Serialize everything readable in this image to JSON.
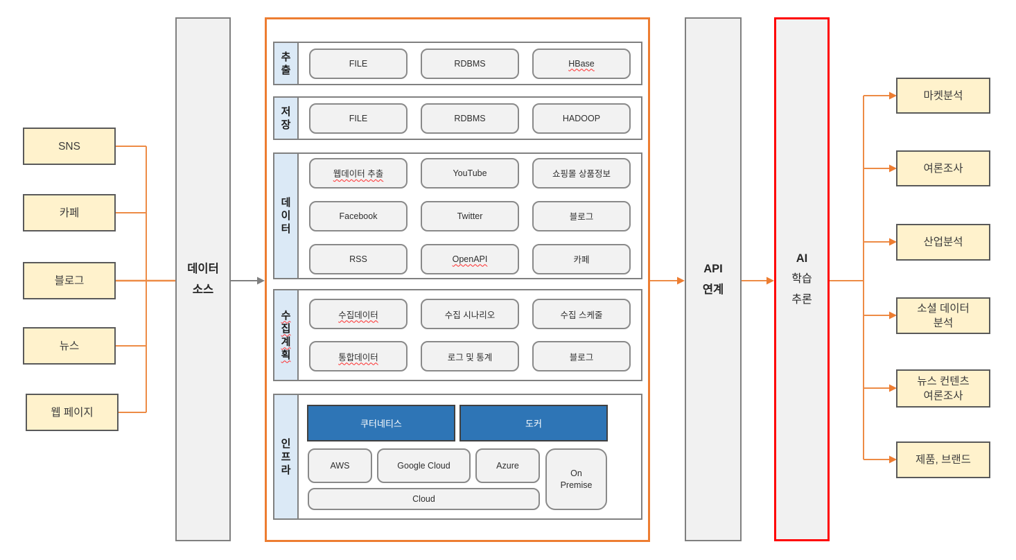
{
  "colors": {
    "accent_orange": "#ED7D31",
    "alert_red": "#FF0000",
    "source_fill": "#FFF2CC",
    "source_border": "#595959",
    "column_fill": "#F1F1F1",
    "column_border": "#7F7F7F",
    "row_label_fill": "#DBE9F6",
    "item_fill": "#F2F2F2",
    "platform_blue": "#2E75B6"
  },
  "sources": {
    "items": [
      "SNS",
      "카페",
      "블로그",
      "뉴스",
      "웹 페이지"
    ]
  },
  "data_source": {
    "label": "데이터\n소스"
  },
  "pipeline": {
    "rows": [
      {
        "label": "추\n출",
        "items": [
          "FILE",
          "RDBMS",
          "HBase"
        ]
      },
      {
        "label": "저\n장",
        "items": [
          "FILE",
          "RDBMS",
          "HADOOP"
        ]
      },
      {
        "label": "데\n이\n터",
        "items": [
          "웹데이터 추출",
          "YouTube",
          "쇼핑몰 상품정보",
          "Facebook",
          "Twitter",
          "블로그",
          "RSS",
          "OpenAPI",
          "카페"
        ]
      },
      {
        "label": "수\n집\n계\n획",
        "items": [
          "수집데이터",
          "수집 시나리오",
          "수집 스케줄",
          "통합데이터",
          "로그 및 통계",
          "블로그"
        ]
      },
      {
        "label": "인\n프\n라",
        "platforms": [
          "쿠터네티스",
          "도커"
        ],
        "clouds": [
          "AWS",
          "Google Cloud",
          "Azure"
        ],
        "on_premise": "On\nPremise",
        "cloud_bar": "Cloud"
      }
    ]
  },
  "api": {
    "label": "API\n연계"
  },
  "ai": {
    "title": "AI",
    "subtitle": "학습\n추론"
  },
  "outputs": {
    "items": [
      "마켓분석",
      "여론조사",
      "산업분석",
      "소셜 데이터\n분석",
      "뉴스 컨텐츠\n여론조사",
      "제품, 브랜드"
    ]
  }
}
